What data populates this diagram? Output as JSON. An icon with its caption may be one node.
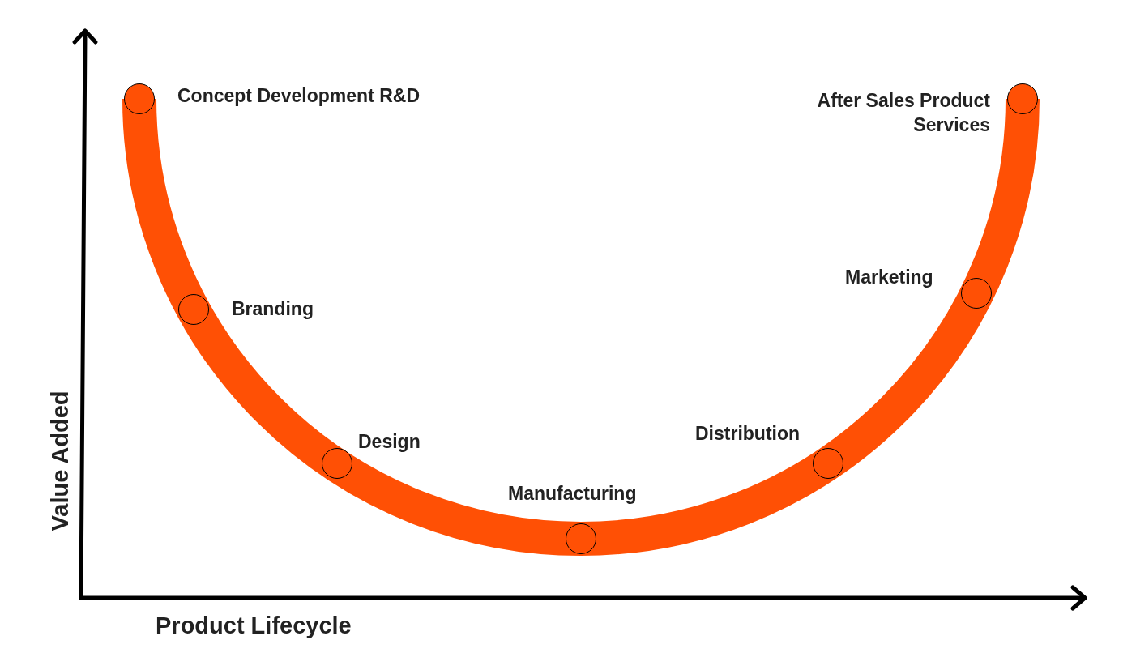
{
  "diagram": {
    "nodes": [
      {
        "text": [],
        "shape": "circle",
        "beside": [
          "Concept Development R&D"
        ]
      },
      {
        "text": [],
        "shape": "circle",
        "beside": [
          "Branding"
        ]
      },
      {
        "text": [],
        "shape": "circle",
        "beside": [
          "Design"
        ]
      },
      {
        "text": [],
        "shape": "circle",
        "beside": [
          "Manufacturing"
        ]
      },
      {
        "text": [],
        "shape": "circle",
        "beside": [
          "Distribution"
        ]
      },
      {
        "text": [],
        "shape": "circle",
        "beside": [
          "Marketing"
        ]
      },
      {
        "text": [],
        "shape": "circle",
        "beside": [
          "After Sales Product Services"
        ]
      }
    ],
    "labels": [
      "Value Added",
      "Product Lifecycle"
    ]
  }
}
